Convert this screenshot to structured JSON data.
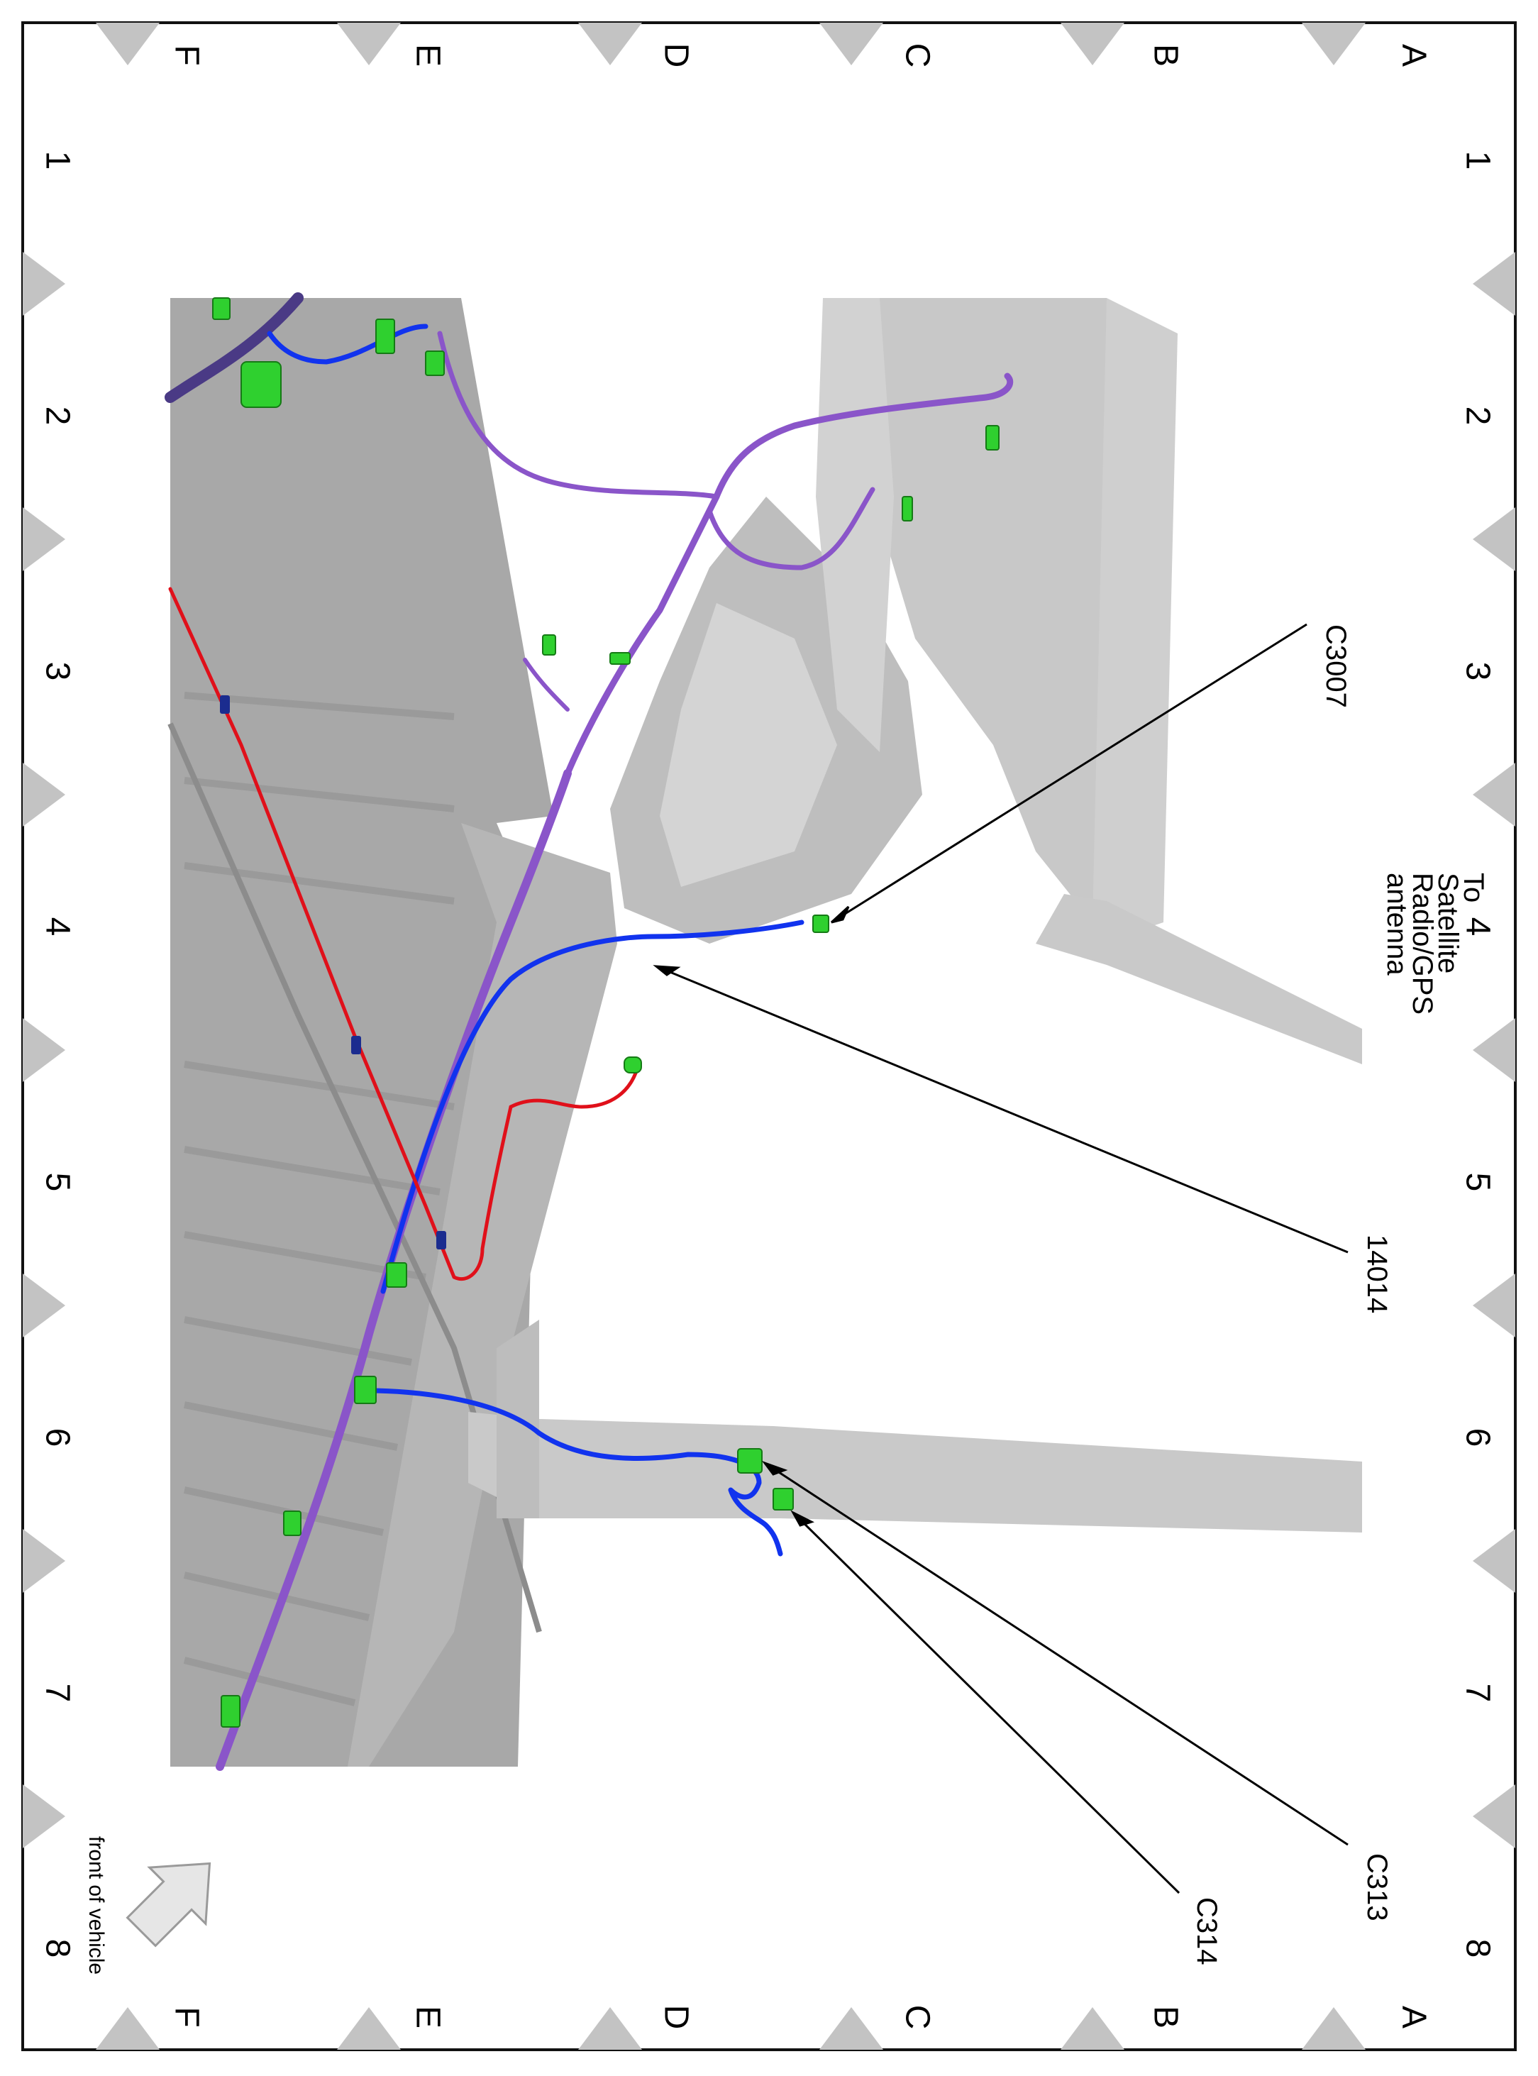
{
  "grid": {
    "rows": [
      "A",
      "B",
      "C",
      "D",
      "E",
      "F"
    ],
    "columns": [
      "1",
      "2",
      "3",
      "4",
      "5",
      "6",
      "7",
      "8"
    ]
  },
  "labels": {
    "c3007": "C3007",
    "to_line1": "To",
    "to_line2": "Satellite",
    "to_line3": "Radio/GPS",
    "to_line4": "antenna",
    "harness": "14014",
    "c313": "C313",
    "c314": "C314",
    "front": "front of vehicle"
  },
  "colors": {
    "frame": "#111111",
    "marker": "#c3c3c3",
    "body": "#c2c2c2",
    "floor": "#a9a9a9",
    "wire_blue": "#1133ee",
    "wire_purple": "#8a55c9",
    "wire_red": "#e0101a",
    "connector": "#2fd02f"
  },
  "icons": [
    "front-of-vehicle-arrow-icon"
  ]
}
